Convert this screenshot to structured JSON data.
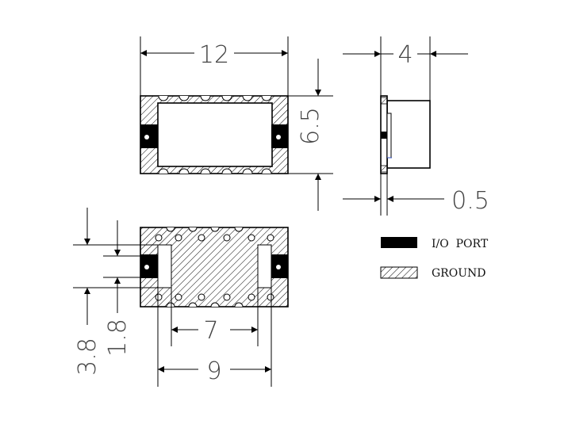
{
  "dimensions": {
    "top_width": "12",
    "top_height": "6.5",
    "side_width": "4",
    "side_thickness": "0.5",
    "bottom_inner_span": "7",
    "bottom_outer_span": "9",
    "bottom_height_outer": "3.8",
    "bottom_height_inner": "1.8"
  },
  "legend": {
    "io_port_label": "I/O  PORT",
    "ground_label": "GROUND"
  }
}
